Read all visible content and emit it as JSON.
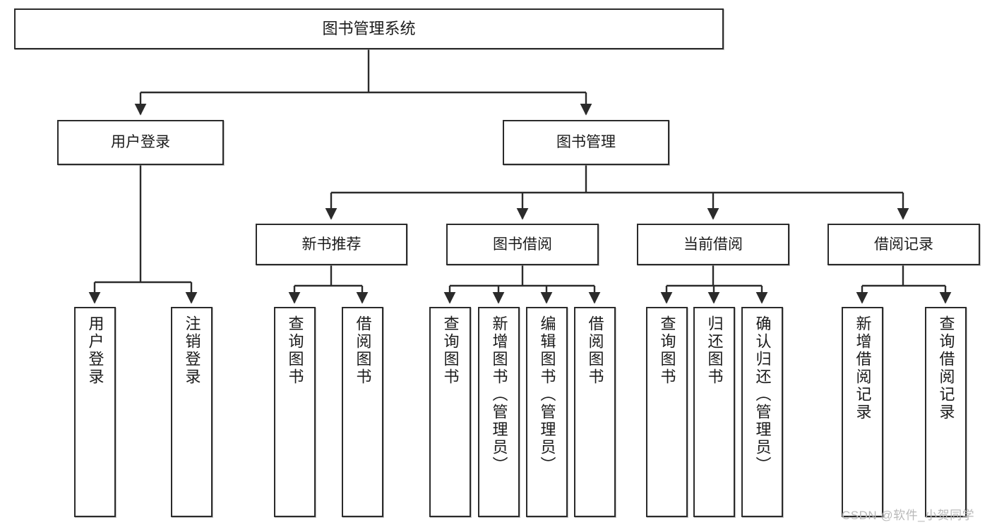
{
  "diagram": {
    "title": "图书管理系统",
    "type": "tree-hierarchy-functional-decomposition",
    "watermark": "CSDN @软件_小贺同学",
    "colors": {
      "box_border": "#2b2b2b",
      "box_fill": "#ffffff",
      "connector": "#2b2b2b",
      "text": "#1b1b1b",
      "watermark": "#b9b9b9"
    },
    "nodes": {
      "root": {
        "label": "图书管理系统"
      },
      "level2": [
        {
          "label": "用户登录"
        },
        {
          "label": "图书管理"
        }
      ],
      "level3": [
        {
          "label": "新书推荐"
        },
        {
          "label": "图书借阅"
        },
        {
          "label": "当前借阅"
        },
        {
          "label": "借阅记录"
        }
      ],
      "leaves_user_login": [
        {
          "label": "用户登录"
        },
        {
          "label": "注销登录"
        }
      ],
      "leaves_new_books": [
        {
          "label": "查询图书"
        },
        {
          "label": "借阅图书"
        }
      ],
      "leaves_borrow": [
        {
          "label": "查询图书"
        },
        {
          "label": "新增图书（管理员）"
        },
        {
          "label": "编辑图书（管理员）"
        },
        {
          "label": "借阅图书"
        }
      ],
      "leaves_current": [
        {
          "label": "查询图书"
        },
        {
          "label": "归还图书"
        },
        {
          "label": "确认归还（管理员）"
        }
      ],
      "leaves_records": [
        {
          "label": "新增借阅记录"
        },
        {
          "label": "查询借阅记录"
        }
      ]
    }
  }
}
